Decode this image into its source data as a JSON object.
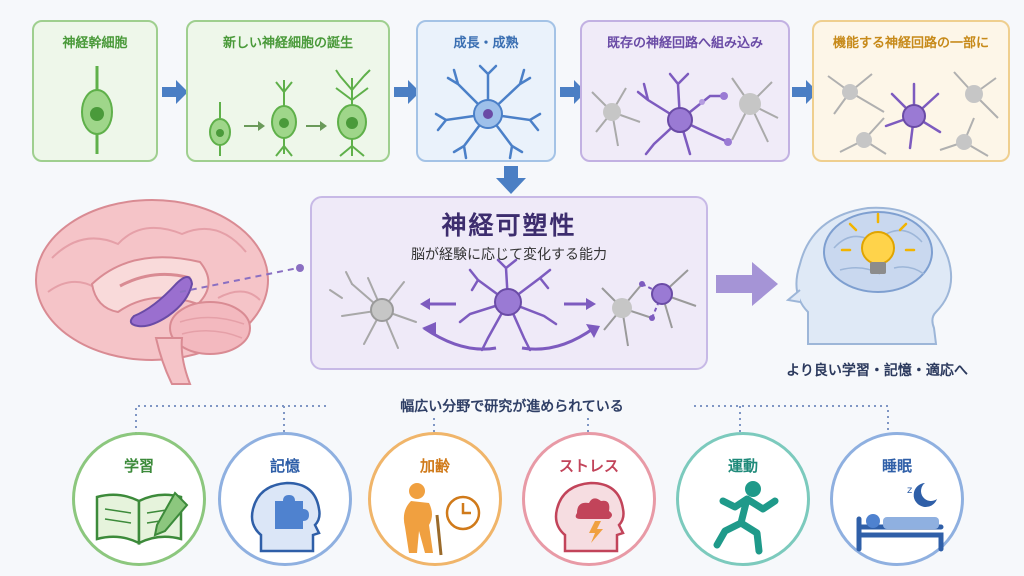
{
  "stages": [
    {
      "label": "神経幹細胞",
      "color": "#4a9a3a",
      "border": "#9fcf8f",
      "bg": "#eef7ea"
    },
    {
      "label": "新しい神経細胞の誕生",
      "color": "#4a9a3a",
      "border": "#9fcf8f",
      "bg": "#eef7ea"
    },
    {
      "label": "成長・成熟",
      "color": "#3a6fb2",
      "border": "#a4c3e6",
      "bg": "#eaf2fb"
    },
    {
      "label": "既存の神経回路へ組み込み",
      "color": "#6a4ba6",
      "border": "#c2b1e2",
      "bg": "#f0ebf8"
    },
    {
      "label": "機能する神経回路の一部に",
      "color": "#c78a1a",
      "border": "#efcf8f",
      "bg": "#fdf6e8"
    }
  ],
  "plasticity": {
    "title": "神経可塑性",
    "subtitle": "脳が経験に応じて変化する能力"
  },
  "outcome_text": "より良い学習・記憶・適応へ",
  "areas_title": "幅広い分野で研究が進められている",
  "areas": [
    {
      "label": "学習",
      "color": "#3c8a3a",
      "icon": "book-pencil-icon"
    },
    {
      "label": "記憶",
      "color": "#2f5fa8",
      "icon": "puzzle-head-icon"
    },
    {
      "label": "加齢",
      "color": "#d07a1a",
      "icon": "elderly-clock-icon"
    },
    {
      "label": "ストレス",
      "color": "#c2445a",
      "icon": "storm-head-icon"
    },
    {
      "label": "運動",
      "color": "#1f8a7a",
      "icon": "runner-icon"
    },
    {
      "label": "睡眠",
      "color": "#2f5fa8",
      "icon": "sleep-moon-icon"
    }
  ]
}
